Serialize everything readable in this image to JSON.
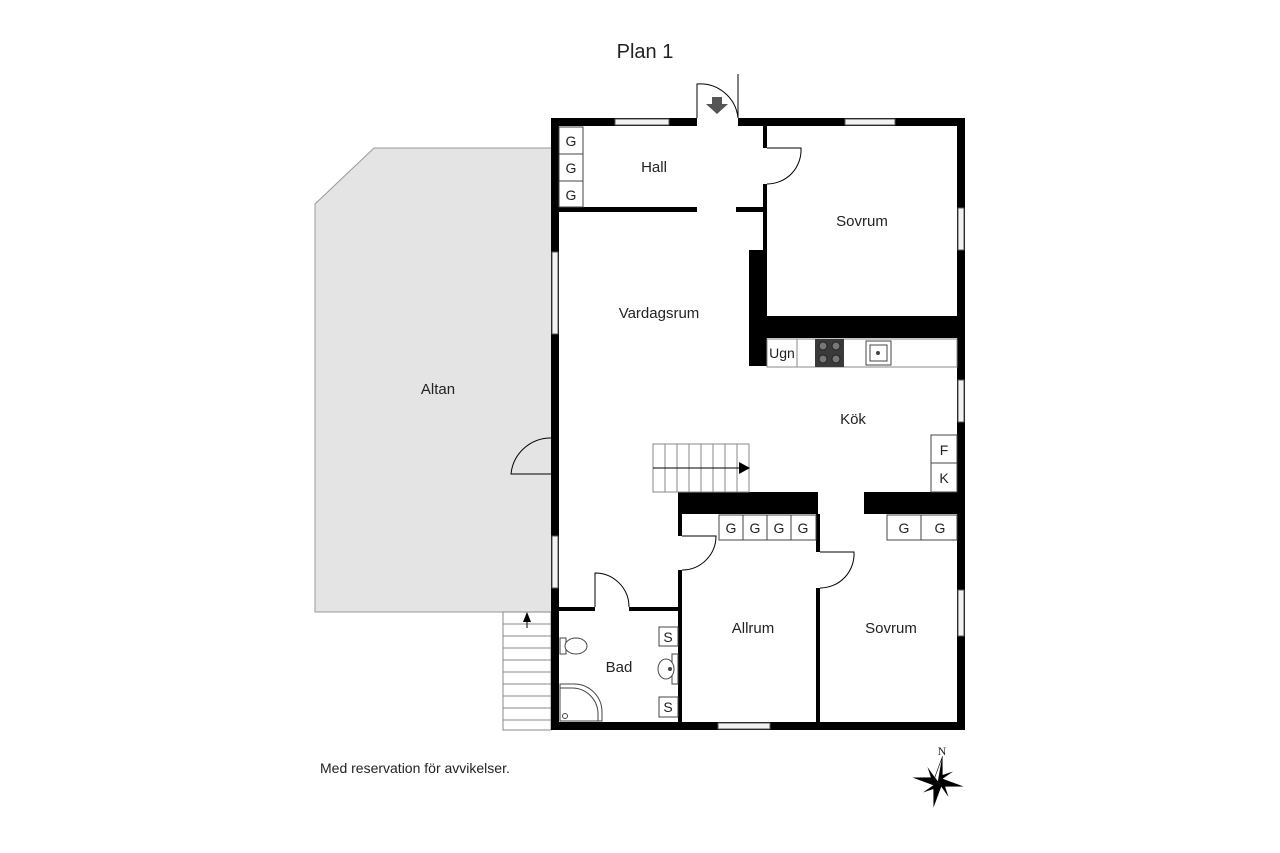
{
  "title": "Plan 1",
  "disclaimer": "Med reservation för avvikelser.",
  "compass": {
    "north_label": "N"
  },
  "rooms": {
    "hall": "Hall",
    "sovrum_top": "Sovrum",
    "vardagsrum": "Vardagsrum",
    "kok": "Kök",
    "altan": "Altan",
    "allrum": "Allrum",
    "sovrum_bottom": "Sovrum",
    "bad": "Bad"
  },
  "fixtures": {
    "garderob": "G",
    "ugn": "Ugn",
    "frys": "F",
    "kyl": "K",
    "skap": "S"
  },
  "colors": {
    "wall": "#000000",
    "altan_fill": "#e4e4e4",
    "window_fill": "#f2f2f2",
    "stove": "#3a3a3a"
  }
}
